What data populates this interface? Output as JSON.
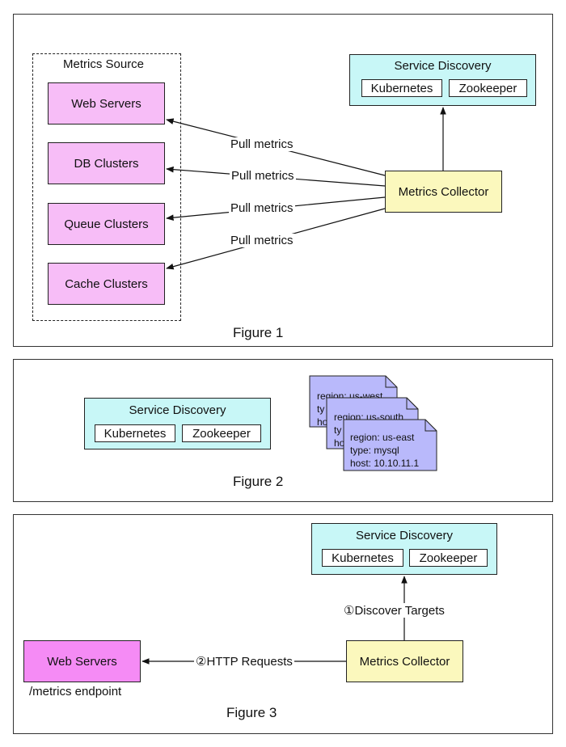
{
  "figure1": {
    "caption": "Figure 1",
    "metrics_source": {
      "title": "Metrics Source",
      "items": [
        "Web Servers",
        "DB Clusters",
        "Queue Clusters",
        "Cache Clusters"
      ]
    },
    "service_discovery": {
      "title": "Service Discovery",
      "items": [
        "Kubernetes",
        "Zookeeper"
      ]
    },
    "collector": "Metrics Collector",
    "pull_labels": [
      "Pull metrics",
      "Pull metrics",
      "Pull metrics",
      "Pull metrics"
    ]
  },
  "figure2": {
    "caption": "Figure 2",
    "service_discovery": {
      "title": "Service Discovery",
      "items": [
        "Kubernetes",
        "Zookeeper"
      ]
    },
    "tags": [
      {
        "region": "region: us-west",
        "type": "ty",
        "host": "ho"
      },
      {
        "region": "region: us-south",
        "type": "ty",
        "host": "ho"
      },
      {
        "region": "region: us-east",
        "type": "type: mysql",
        "host": "host: 10.10.11.1"
      }
    ]
  },
  "figure3": {
    "caption": "Figure 3",
    "service_discovery": {
      "title": "Service Discovery",
      "items": [
        "Kubernetes",
        "Zookeeper"
      ]
    },
    "collector": "Metrics Collector",
    "web_servers": "Web Servers",
    "endpoint": "/metrics endpoint",
    "discover": "①Discover Targets",
    "http": "②HTTP Requests"
  },
  "colors": {
    "pink": "#f7bdf7",
    "magenta": "#f58bf5",
    "cyan": "#c8f7f7",
    "yellow": "#fbf8bd",
    "lavender": "#b9b9fb"
  }
}
